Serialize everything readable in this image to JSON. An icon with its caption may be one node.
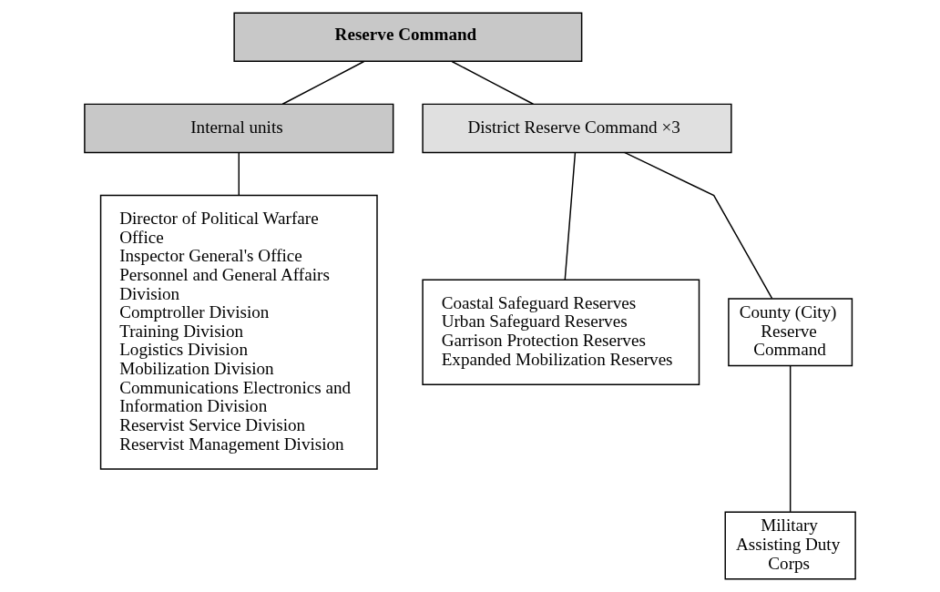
{
  "diagram": {
    "nodes": [
      {
        "text": [
          "Reserve Command"
        ]
      },
      {
        "text": [
          "Internal units"
        ]
      },
      {
        "text": [
          "District Reserve Command ×3"
        ]
      },
      {
        "text": [
          "Director of Political Warfare Office",
          "Inspector General's Office",
          "Personnel and General Affairs Division",
          "Comptroller Division",
          "Training Division",
          "Logistics Division",
          "Mobilization Division",
          "Communications Electronics and Information Division",
          "Reservist Service Division",
          "Reservist Management Division"
        ]
      },
      {
        "text": [
          "Coastal Safeguard Reserves",
          "Urban Safeguard Reserves",
          "Garrison Protection Reserves",
          "Expanded Mobilization Reserves"
        ]
      },
      {
        "text": [
          "County (City) Reserve Command"
        ]
      },
      {
        "text": [
          "Military Assisting Duty Corps"
        ]
      }
    ],
    "edges": [
      {
        "from": 0,
        "to": 1,
        "arrow": "none"
      },
      {
        "from": 0,
        "to": 2,
        "arrow": "none"
      },
      {
        "from": 1,
        "to": 3,
        "arrow": "none"
      },
      {
        "from": 2,
        "to": 4,
        "arrow": "none"
      },
      {
        "from": 2,
        "to": 5,
        "arrow": "none"
      },
      {
        "from": 5,
        "to": 6,
        "arrow": "none"
      }
    ]
  }
}
